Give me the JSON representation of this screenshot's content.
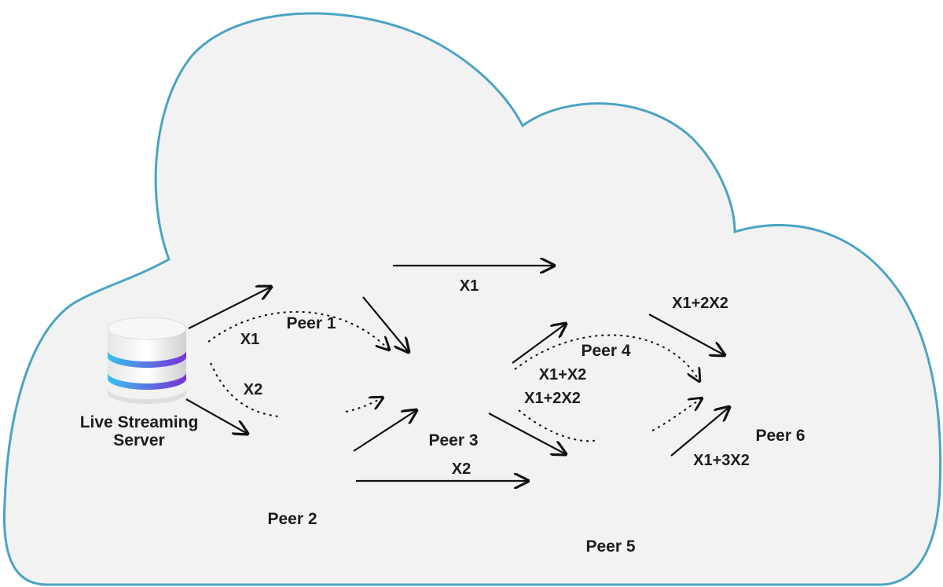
{
  "server": {
    "label_line1": "Live Streaming",
    "label_line2": "Server"
  },
  "peers": [
    {
      "id": "peer1",
      "label": "Peer 1"
    },
    {
      "id": "peer2",
      "label": "Peer 2"
    },
    {
      "id": "peer3",
      "label": "Peer 3"
    },
    {
      "id": "peer4",
      "label": "Peer 4"
    },
    {
      "id": "peer5",
      "label": "Peer 5"
    },
    {
      "id": "peer6",
      "label": "Peer 6"
    }
  ],
  "edge_labels": {
    "x1_server": "X1",
    "x2_server": "X2",
    "x1_p1_p4": "X1",
    "x2_p2_p5": "X2",
    "x1x2": "X1+X2",
    "x1_2x2_p3": "X1+2X2",
    "x1_2x2_p4": "X1+2X2",
    "x1_3x2": "X1+3X2"
  },
  "colors": {
    "cloud_fill": "#f2f2f2",
    "cloud_stroke": "#4aa3c3",
    "screen_dark": "#1c6fd6",
    "laptop_light": "#bff0fb",
    "laptop_mid": "#5fd2f1",
    "db_purple": "#6b2fd6",
    "db_cyan": "#38c0ee"
  }
}
